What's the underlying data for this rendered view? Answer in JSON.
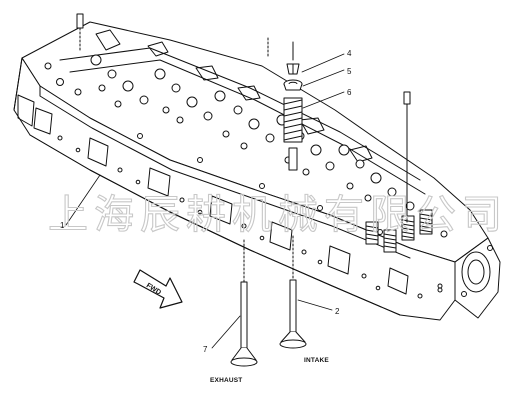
{
  "diagram": {
    "callouts": {
      "c1": "1",
      "c2": "2",
      "c4": "4",
      "c5": "5",
      "c6": "6",
      "c7": "7"
    },
    "captions": {
      "exhaust": "EXHAUST",
      "intake": "INTAKE"
    },
    "direction_arrow": {
      "label": "FWD"
    },
    "watermark": {
      "text": "上海辰耕机械有限公司"
    }
  }
}
